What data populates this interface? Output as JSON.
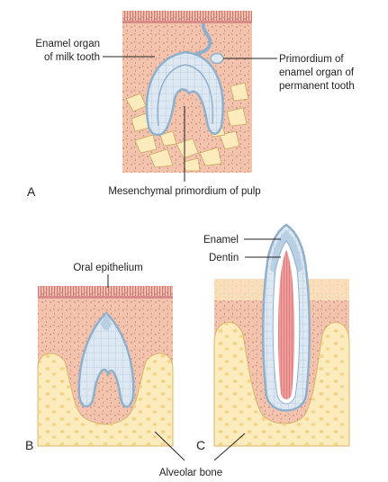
{
  "figure": {
    "panel_a": {
      "letter": "A",
      "label_enamel_organ": [
        "Enamel organ",
        "of milk tooth"
      ],
      "label_primordium": [
        "Primordium of",
        "enamel organ of",
        "permanent tooth"
      ],
      "label_pulp": "Mesenchymal primordium of pulp"
    },
    "panel_b": {
      "letter": "B",
      "label_epithelium": "Oral epithelium"
    },
    "panel_c": {
      "letter": "C",
      "label_enamel": "Enamel",
      "label_dentin": "Dentin"
    },
    "shared": {
      "label_bone": "Alveolar bone"
    }
  },
  "colors": {
    "mesenchyme": "#f4c3ad",
    "epithelium": "#f7ddd0",
    "stripes": "#c9787a",
    "bone": "#fbebbd",
    "bone_holes": "#f3d58a",
    "organ_fill": "#dde8f2",
    "organ_stroke": "#8fb0cc",
    "pulp": "#ef9c9c"
  }
}
